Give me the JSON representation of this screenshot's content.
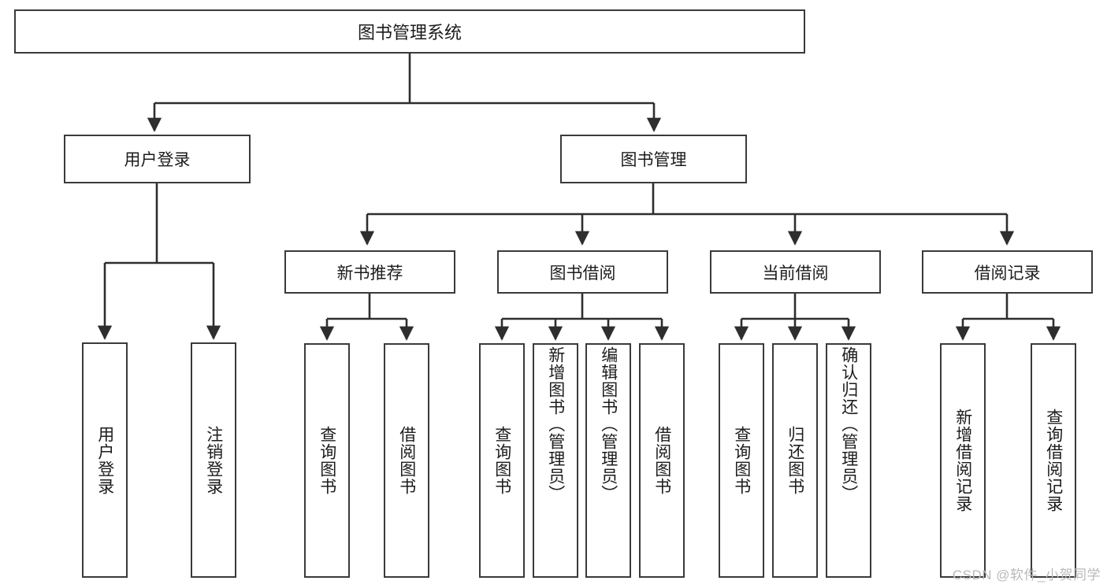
{
  "diagram": {
    "type": "tree",
    "title": "图书管理系统",
    "root": {
      "label": "图书管理系统"
    },
    "level2": [
      {
        "label": "用户登录"
      },
      {
        "label": "图书管理"
      }
    ],
    "level3": [
      {
        "label": "新书推荐"
      },
      {
        "label": "图书借阅"
      },
      {
        "label": "当前借阅"
      },
      {
        "label": "借阅记录"
      }
    ],
    "leaves": {
      "user_login": [
        {
          "label": "用户登录"
        },
        {
          "label": "注销登录"
        }
      ],
      "new_book_recommend": [
        {
          "label": "查询图书"
        },
        {
          "label": "借阅图书"
        }
      ],
      "book_borrow": [
        {
          "label": "查询图书"
        },
        {
          "label": "新增图书（管理员）"
        },
        {
          "label": "编辑图书（管理员）"
        },
        {
          "label": "借阅图书"
        }
      ],
      "current_borrow": [
        {
          "label": "查询图书"
        },
        {
          "label": "归还图书"
        },
        {
          "label": "确认归还（管理员）"
        }
      ],
      "borrow_record": [
        {
          "label": "新增借阅记录"
        },
        {
          "label": "查询借阅记录"
        }
      ]
    }
  },
  "watermark": {
    "text": "CSDN @软件_小贺同学"
  },
  "colors": {
    "stroke": "#3a3a3a",
    "background": "#ffffff",
    "text": "#1c1c1c",
    "watermark": "#b9b9b9"
  }
}
